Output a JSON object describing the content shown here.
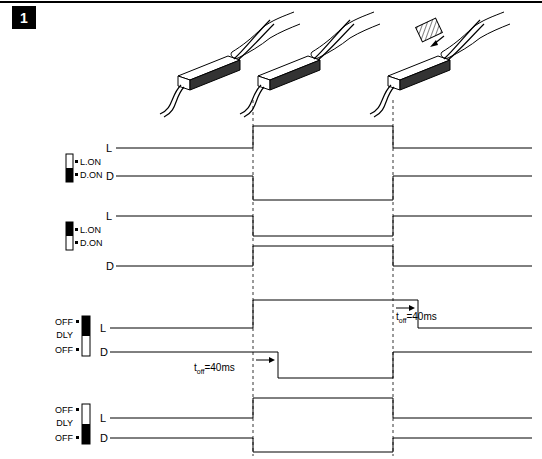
{
  "diagram": {
    "labels": [
      "1",
      "L",
      "D",
      "L.ON",
      "D.ON",
      "L",
      "D",
      "L.ON",
      "D.ON",
      "OFF",
      "DLY",
      "OFF",
      "L",
      "D",
      "t",
      "off",
      "=40ms",
      "t",
      "off",
      "=40ms",
      "OFF",
      "DLY",
      "OFF",
      "L",
      "D"
    ]
  }
}
